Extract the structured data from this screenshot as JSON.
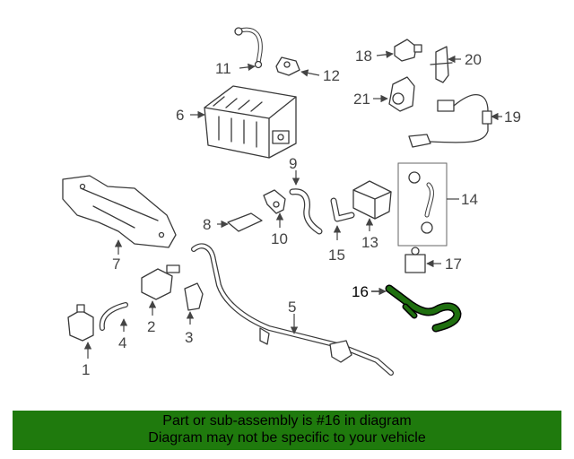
{
  "diagram": {
    "highlight_color": "#1f6f0f",
    "highlighted_part": "16",
    "callouts": {
      "c1": "1",
      "c2": "2",
      "c3": "3",
      "c4": "4",
      "c5": "5",
      "c6": "6",
      "c7": "7",
      "c8": "8",
      "c9": "9",
      "c10": "10",
      "c11": "11",
      "c12": "12",
      "c13": "13",
      "c14": "14",
      "c15": "15",
      "c16": "16",
      "c17": "17",
      "c18": "18",
      "c19": "19",
      "c20": "20",
      "c21": "21"
    }
  },
  "banner": {
    "background_color": "#1f7a0d",
    "line1": "Part or sub-assembly is #16 in diagram",
    "line2": "Diagram may not be specific to your vehicle"
  }
}
